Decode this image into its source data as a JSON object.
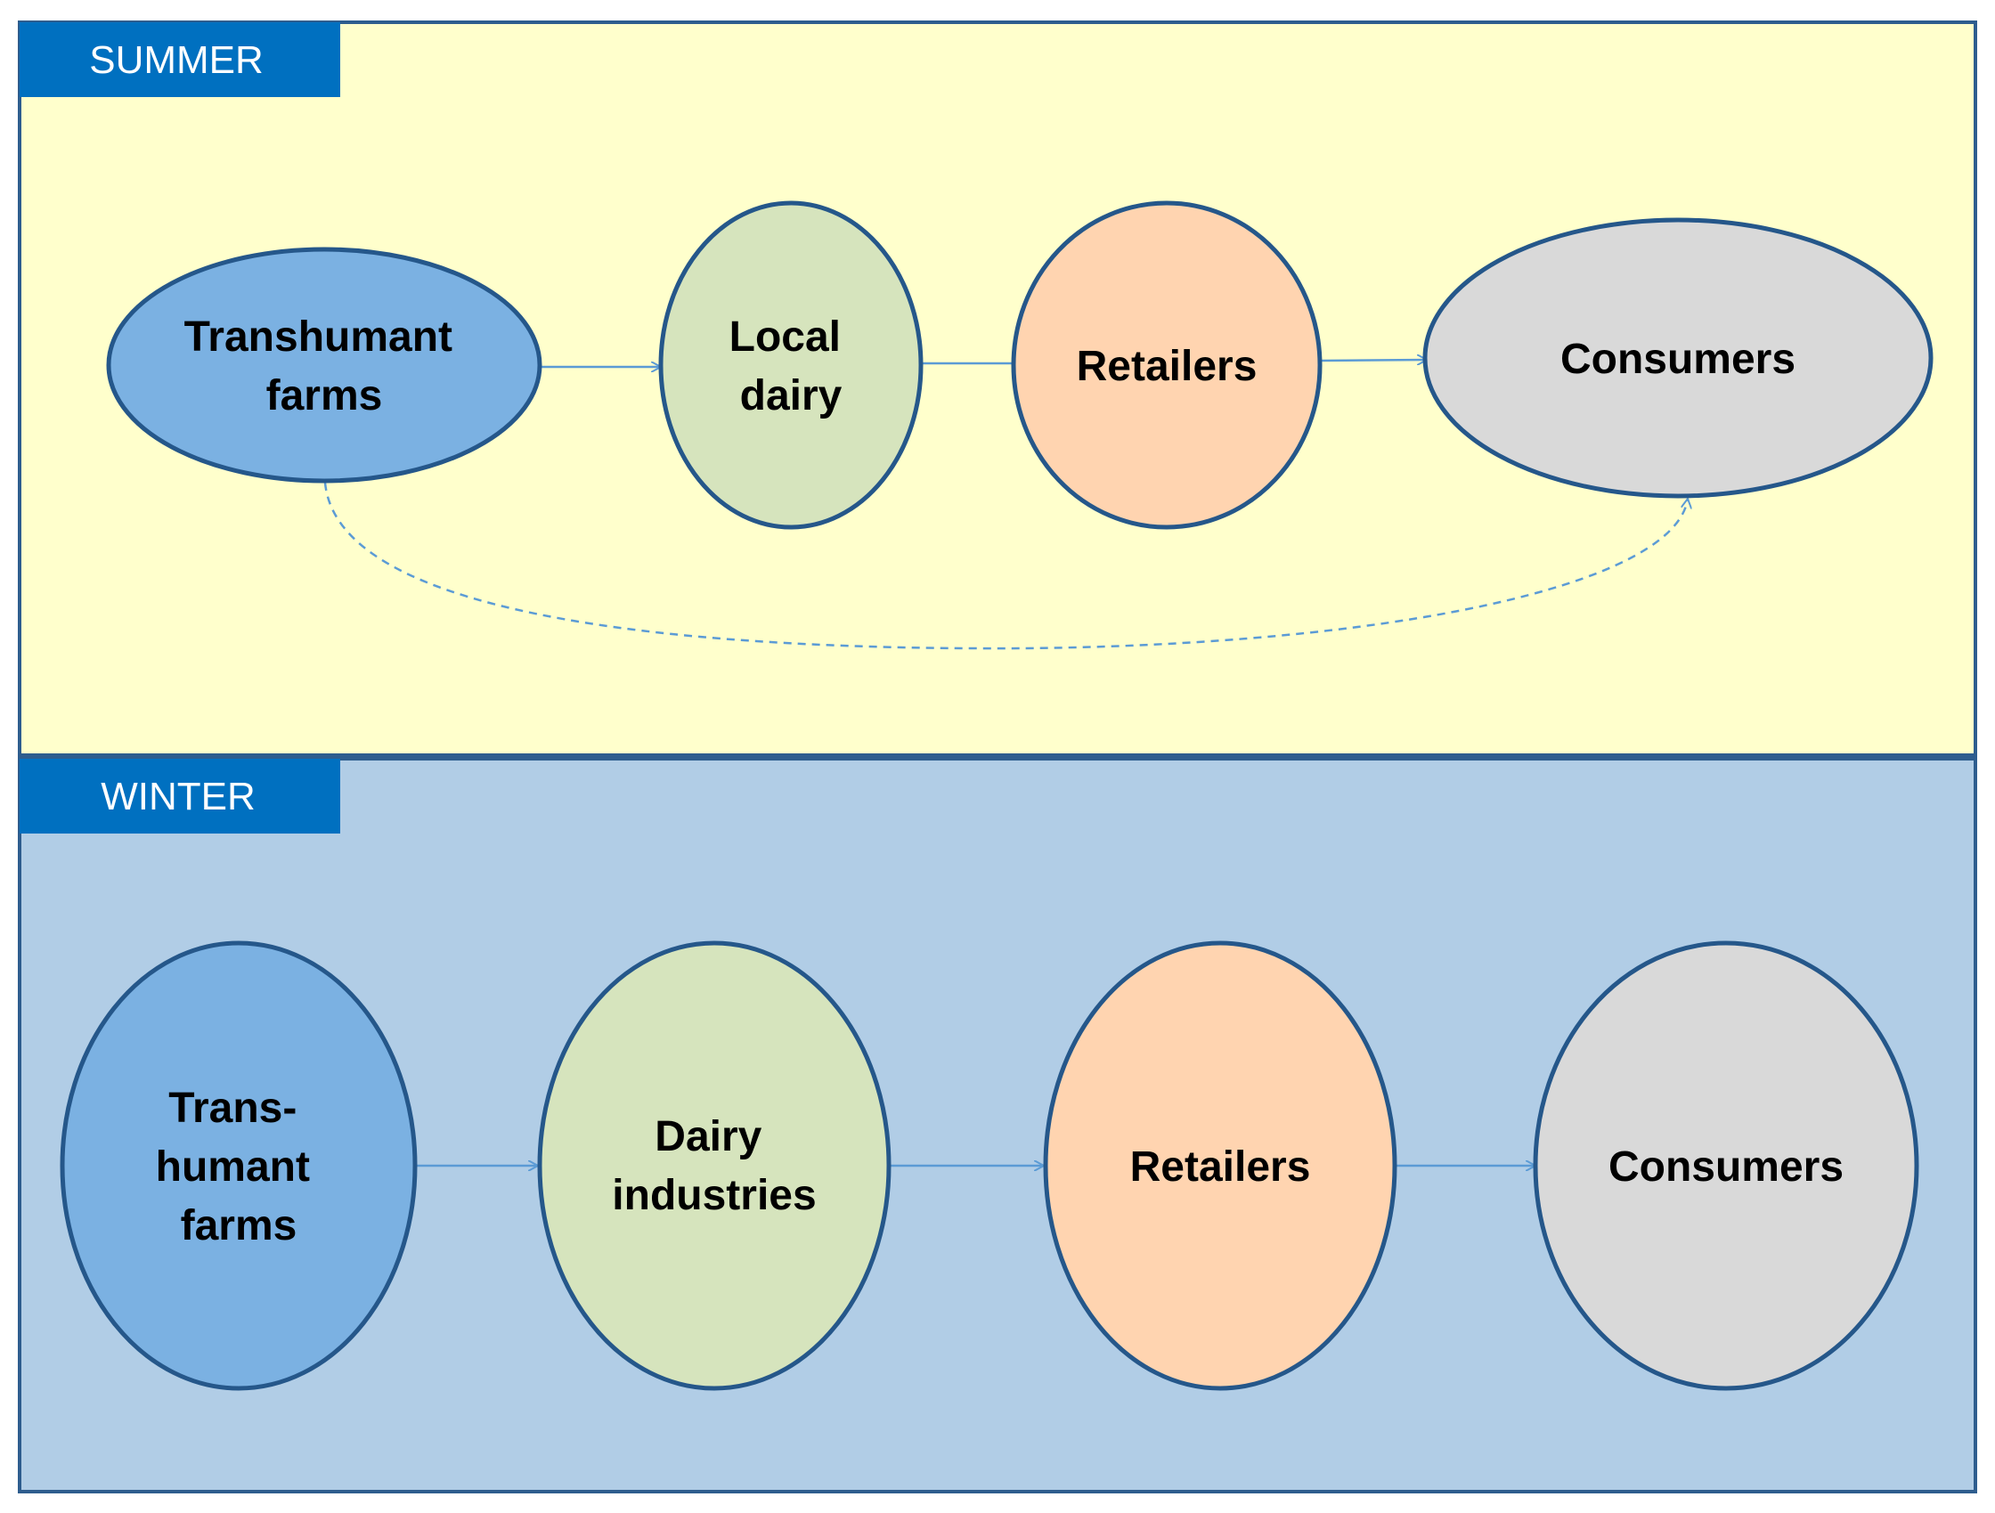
{
  "colors": {
    "summer_bg": "#FFFFCC",
    "winter_bg": "#B1CDE6",
    "panel_border": "#2E5D8E",
    "label_bg": "#0070C0",
    "label_text": "#FFFFFF",
    "farms_fill": "#7BB1E2",
    "dairy_fill": "#D6E4BD",
    "retailers_fill": "#FFD4B0",
    "consumers_fill": "#D9D9D9",
    "node_border": "#25578A",
    "arrow": "#5B9BD5"
  },
  "summer": {
    "label": "SUMMER",
    "nodes": {
      "farms": [
        "Transhumant",
        "farms"
      ],
      "dairy": [
        "Local",
        "dairy"
      ],
      "retailers": [
        "Retailers"
      ],
      "consumers": [
        "Consumers"
      ]
    }
  },
  "winter": {
    "label": "WINTER",
    "nodes": {
      "farms": [
        "Trans-",
        "humant",
        "farms"
      ],
      "dairy": [
        "Dairy",
        "industries"
      ],
      "retailers": [
        "Retailers"
      ],
      "consumers": [
        "Consumers"
      ]
    }
  }
}
